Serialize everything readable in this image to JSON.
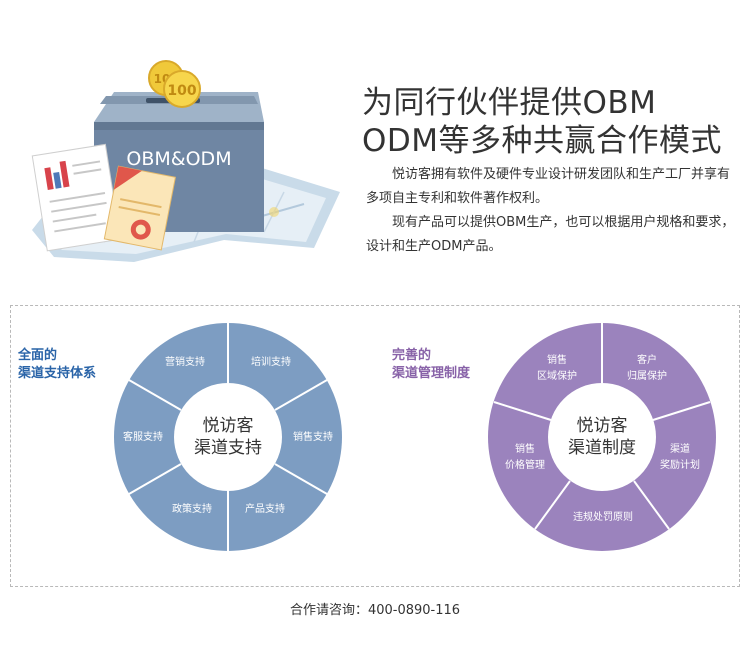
{
  "hero": {
    "box_label": "OBM&ODM",
    "coin_front": "100",
    "coin_back": "10",
    "title_line1": "为同行伙伴提供OBM",
    "title_line2": "ODM等多种共赢合作模式",
    "paragraph1": "悦访客拥有软件及硬件专业设计研发团队和生产工厂并享有多项自主专利和软件著作权利。",
    "paragraph2": "现有产品可以提供OBM生产，也可以根据用户规格和要求，设计和生产ODM产品。"
  },
  "left_block": {
    "label_line1": "全面的",
    "label_line2": "渠道支持体系",
    "center_line1": "悦访客",
    "center_line2": "渠道支持",
    "segments": [
      "营销支持",
      "培训支持",
      "销售支持",
      "产品支持",
      "政策支持",
      "客服支持"
    ],
    "color": "#7d9dc2"
  },
  "right_block": {
    "label_line1": "完善的",
    "label_line2": "渠道管理制度",
    "center_line1": "悦访客",
    "center_line2": "渠道制度",
    "segments": [
      {
        "line1": "客户",
        "line2": "归属保护"
      },
      {
        "line1": "渠道",
        "line2": "奖励计划"
      },
      {
        "line1": "违规处罚原则",
        "line2": ""
      },
      {
        "line1": "销售",
        "line2": "价格管理"
      },
      {
        "line1": "销售",
        "line2": "区域保护"
      }
    ],
    "color": "#9b83bd"
  },
  "footer": {
    "contact": "合作请咨询：400-0890-116"
  },
  "colors": {
    "accent_blue": "#2a64a8",
    "accent_purple": "#8862a8",
    "box_gray": "#6f86a3"
  }
}
